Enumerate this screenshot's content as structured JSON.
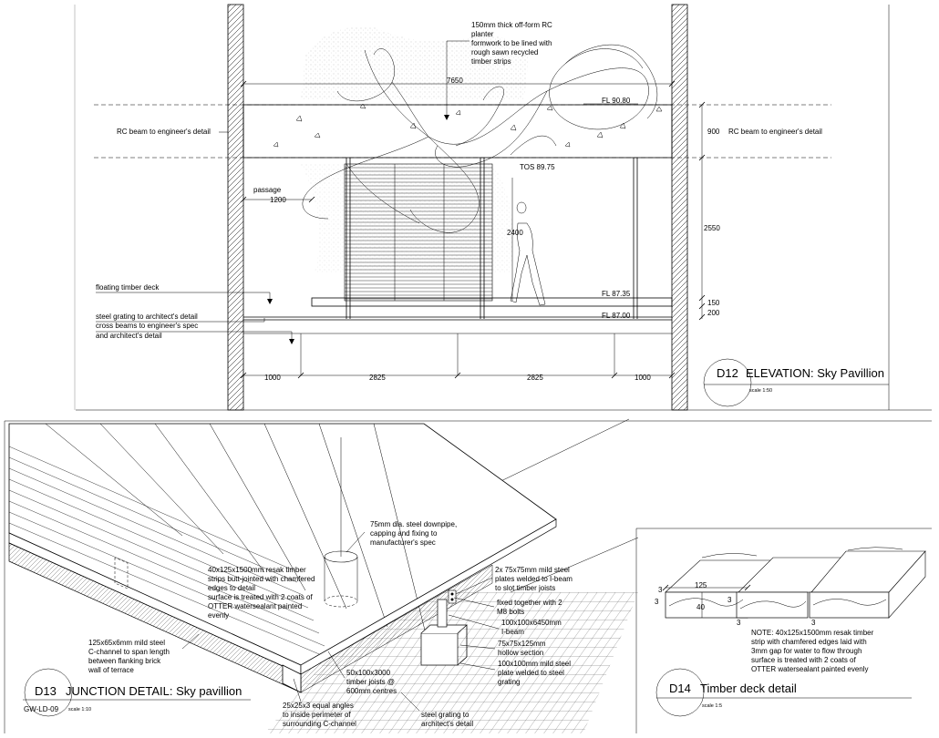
{
  "elevation": {
    "ref": "D12",
    "title": "ELEVATION: Sky Pavillion",
    "scale": "scale 1:50",
    "notes": {
      "planter": [
        "150mm thick off-form RC",
        "planter",
        "formwork to be lined with",
        "rough sawn recycled",
        "timber strips"
      ],
      "beam_left": "RC beam to engineer's detail",
      "beam_right": "RC beam to engineer's detail",
      "passage": "passage",
      "deck": "floating timber deck",
      "grating": [
        "steel grating to architect's detail",
        "cross beams to engineer's spec",
        "and architect's detail"
      ]
    },
    "levels": {
      "fl_top": "FL 90.80",
      "tos": "TOS 89.75",
      "fl_mid": "FL 87.35",
      "fl_low": "FL 87.00"
    },
    "dims": {
      "overall": "7650",
      "passage": "1200",
      "beam_depth": "900",
      "clear": "2550",
      "person": "2400",
      "deck": "150",
      "struct": "200",
      "bottom": [
        "1000",
        "2825",
        "2825",
        "1000"
      ]
    }
  },
  "junction": {
    "ref": "D13",
    "title": "JUNCTION DETAIL: Sky pavillion",
    "sheet": "GW-LD-09",
    "scale": "scale 1:10",
    "notes": {
      "downpipe": [
        "75mm dia. steel downpipe,",
        "capping and fixing to",
        "manufacturer's spec"
      ],
      "strips": [
        "40x125x1500mm resak timber",
        "strips butt-jointed with chamfered",
        "edges to detail",
        "surface is treated with 2 coats of",
        "OTTER watersealant painted",
        "evenly"
      ],
      "plates": [
        "2x 75x75mm mild steel",
        "plates welded to I-beam",
        "to slot timber joists"
      ],
      "bolts": [
        "fixed together with 2",
        "M8 bolts"
      ],
      "ibeam": [
        "100x100x6450mm",
        "I-beam"
      ],
      "hollow": [
        "75x75x125mm",
        "hollow section"
      ],
      "plate100": [
        "100x100mm mild steel",
        "plate welded to steel",
        "grating"
      ],
      "joists": [
        "50x100x3000",
        "timber joists @",
        "600mm centres"
      ],
      "cchannel": [
        "125x65x6mm mild steel",
        "C-channel to span length",
        "between flanking brick",
        "wall of terrace"
      ],
      "angles": [
        "25x25x3 equal angles",
        "to inside perimeter of",
        "surrounding C-channel"
      ],
      "grating": [
        "steel grating to",
        "architect's detail"
      ]
    }
  },
  "deck": {
    "ref": "D14",
    "title": "Timber deck detail",
    "scale": "scale 1:5",
    "dims": {
      "width": "125",
      "depth": "40",
      "gap_a": "3",
      "gap_b": "3",
      "gap_c": "3",
      "gap_d": "3",
      "gap_e": "3"
    },
    "note": [
      "NOTE: 40x125x1500mm resak timber",
      "strip with chamfered edges laid with",
      "3mm gap for water to flow through",
      "surface is treated with 2 coats of",
      "OTTER watersealant painted evenly"
    ]
  }
}
